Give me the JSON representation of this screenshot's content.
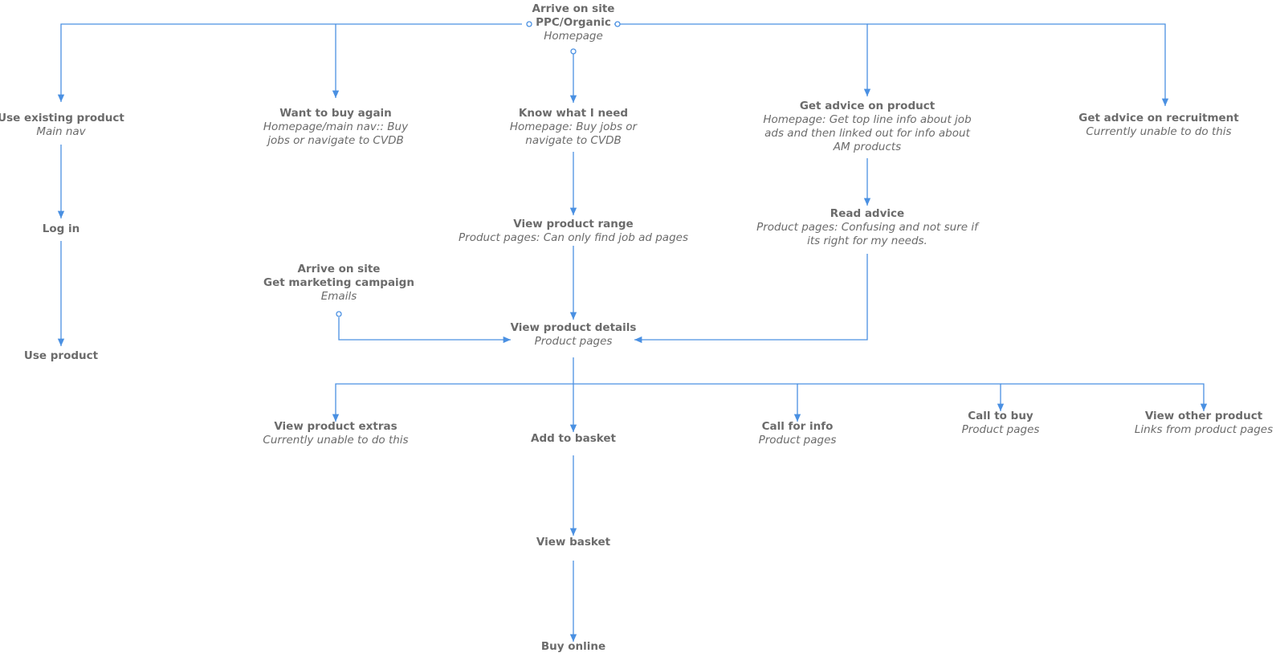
{
  "colors": {
    "line": "#4a90e2",
    "text": "#6b6b6b",
    "background": "#ffffff"
  },
  "nodes": {
    "start": {
      "title": "Arrive on site",
      "title2": "PPC/Organic",
      "sub": "Homepage"
    },
    "use_existing": {
      "title": "Use existing product",
      "sub": "Main nav"
    },
    "buy_again": {
      "title": "Want to buy again",
      "sub": "Homepage/main nav:: Buy jobs or navigate to CVDB"
    },
    "know_need": {
      "title": "Know what I need",
      "sub": "Homepage: Buy jobs or navigate to CVDB"
    },
    "advice_product": {
      "title": "Get advice on product",
      "sub": "Homepage: Get top line info about job ads and then linked out for info about AM products"
    },
    "advice_recruit": {
      "title": "Get advice on recruitment",
      "sub": "Currently unable to do this"
    },
    "log_in": {
      "title": "Log in"
    },
    "use_product": {
      "title": "Use product"
    },
    "view_range": {
      "title": "View product range",
      "sub": "Product pages: Can only find job ad pages"
    },
    "read_advice": {
      "title": "Read advice",
      "sub": "Product pages: Confusing and not sure if its right for my needs."
    },
    "marketing": {
      "title": "Arrive on site",
      "title2": "Get marketing campaign",
      "sub": "Emails"
    },
    "details": {
      "title": "View product details",
      "sub": "Product pages"
    },
    "extras": {
      "title": "View product extras",
      "sub": "Currently unable to do this"
    },
    "add_basket": {
      "title": "Add to basket"
    },
    "call_info": {
      "title": "Call for info",
      "sub": "Product pages"
    },
    "call_buy": {
      "title": "Call to buy",
      "sub": "Product pages"
    },
    "view_other": {
      "title": "View other product",
      "sub": "Links from product pages"
    },
    "view_basket": {
      "title": "View basket"
    },
    "buy_online": {
      "title": "Buy online"
    }
  }
}
